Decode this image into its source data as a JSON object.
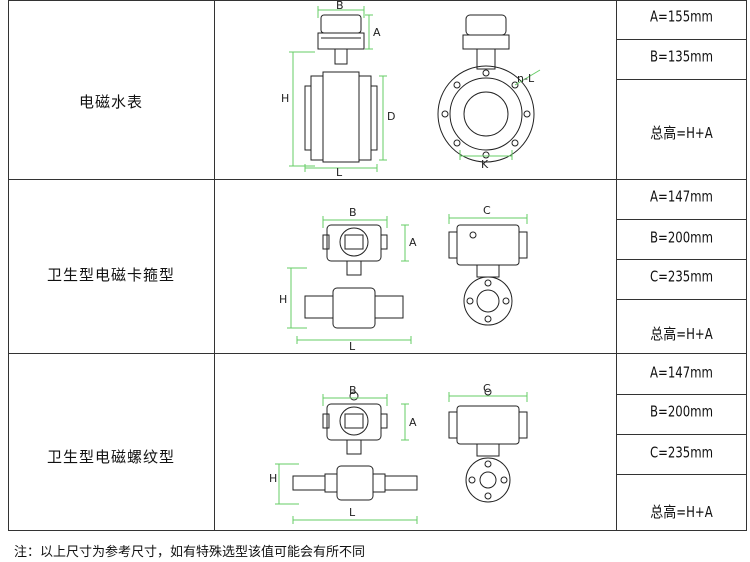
{
  "rows": [
    {
      "name": "电磁水表",
      "specs": [
        "A=155mm",
        "B=135mm",
        "总高=H+A"
      ],
      "dims": {
        "b": "B",
        "a": "A",
        "h": "H",
        "d": "D",
        "l": "L",
        "k": "K",
        "nl": "n-L"
      }
    },
    {
      "name": "卫生型电磁卡箍型",
      "specs": [
        "A=147mm",
        "B=200mm",
        "C=235mm",
        "总高=H+A"
      ],
      "dims": {
        "b": "B",
        "a": "A",
        "h": "H",
        "l": "L",
        "c": "C"
      }
    },
    {
      "name": "卫生型电磁螺纹型",
      "specs": [
        "A=147mm",
        "B=200mm",
        "C=235mm",
        "总高=H+A"
      ],
      "dims": {
        "b": "B",
        "a": "A",
        "h": "H",
        "l": "L",
        "c": "C"
      }
    }
  ],
  "note": "注：以上尺寸为参考尺寸，如有特殊选型该值可能会有所不同"
}
